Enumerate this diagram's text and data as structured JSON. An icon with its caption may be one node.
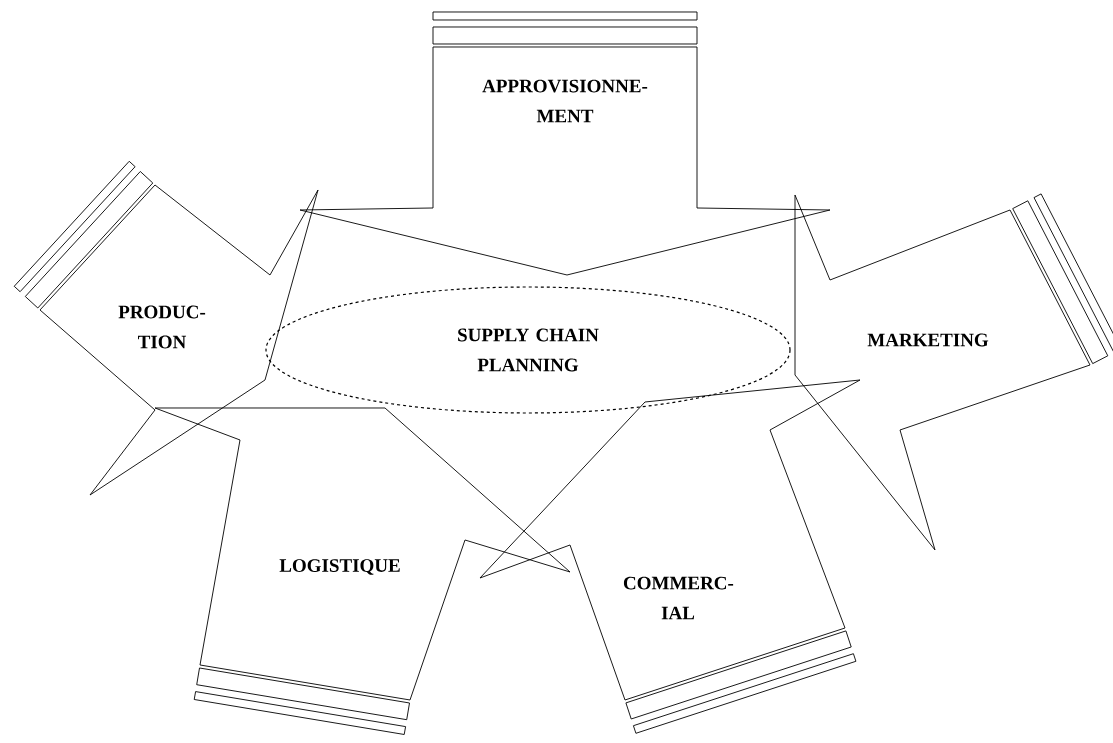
{
  "diagram": {
    "nodes": [
      {
        "text": [
          "APPROVISIONNE-MENT"
        ]
      },
      {
        "text": [
          "PRODUC-TION"
        ]
      },
      {
        "text": [
          "SUPPLY CHAIN PLANNING"
        ]
      },
      {
        "text": [
          "MARKETING"
        ]
      },
      {
        "text": [
          "LOGISTIQUE"
        ]
      },
      {
        "text": [
          "COMMERC-IAL"
        ]
      }
    ]
  }
}
